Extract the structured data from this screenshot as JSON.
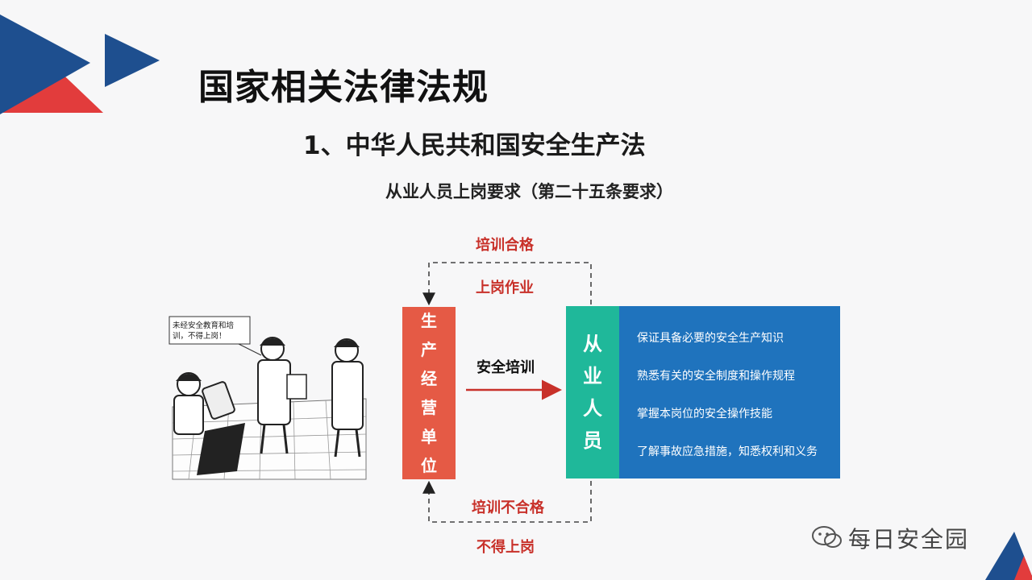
{
  "header": {
    "title": "国家相关法律法规",
    "subtitle": "1、中华人民共和国安全生产法",
    "caption": "从业人员上岗要求（第二十五条要求）"
  },
  "diagram": {
    "top_loop": {
      "upper_label": "培训合格",
      "lower_label": "上岗作业"
    },
    "bottom_loop": {
      "upper_label": "培训不合格",
      "lower_label": "不得上岗"
    },
    "arrow_label": "安全培训",
    "unit_box": {
      "chars": [
        "生",
        "产",
        "经",
        "营",
        "单",
        "位"
      ],
      "color": "#e55a45"
    },
    "staff_box": {
      "chars": [
        "从",
        "业",
        "人",
        "员"
      ],
      "color": "#1fb89a"
    },
    "requirements": {
      "color": "#1f73bd",
      "items": [
        "保证具备必要的安全生产知识",
        "熟悉有关的安全制度和操作规程",
        "掌握本岗位的安全操作技能",
        "了解事故应急措施，知悉权利和义务"
      ]
    },
    "link_color": "#c8312a"
  },
  "cartoon": {
    "bubble_text": "未经安全教育和培训，不得上岗！"
  },
  "watermark": {
    "text": "每日安全园",
    "icon": "wechat-icon"
  }
}
